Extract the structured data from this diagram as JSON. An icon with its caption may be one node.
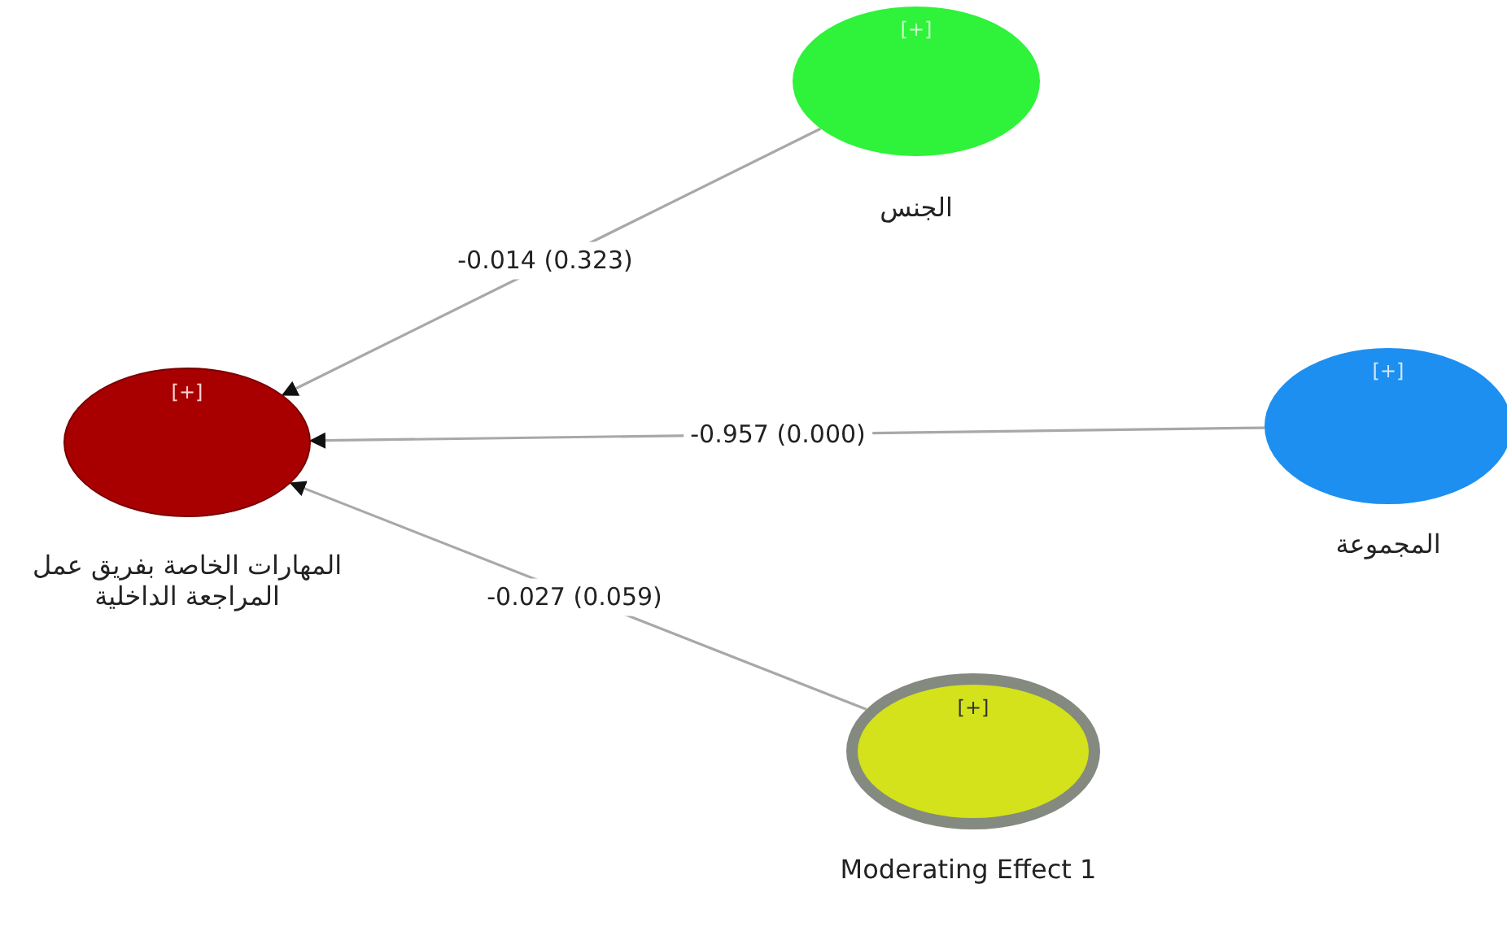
{
  "diagram": {
    "nodes": [
      {
        "text": [
          "[+]"
        ],
        "beside": [
          "الجنس"
        ]
      },
      {
        "text": [
          "[+]"
        ],
        "beside": [
          "المهارات الخاصة بفريق عمل المراجعة الداخلية"
        ]
      },
      {
        "text": [
          "[+]"
        ],
        "beside": [
          "المجموعة"
        ]
      },
      {
        "text": [
          "[+]"
        ],
        "beside": [
          "Moderating Effect 1"
        ]
      }
    ],
    "edges": [
      {
        "from": 0,
        "to": 1,
        "arrow": "to",
        "label": "-0.014 (0.323)"
      },
      {
        "from": 2,
        "to": 1,
        "arrow": "to",
        "label": "-0.957 (0.000)"
      },
      {
        "from": 3,
        "to": 1,
        "arrow": "to",
        "label": "-0.027 (0.059)"
      }
    ]
  }
}
